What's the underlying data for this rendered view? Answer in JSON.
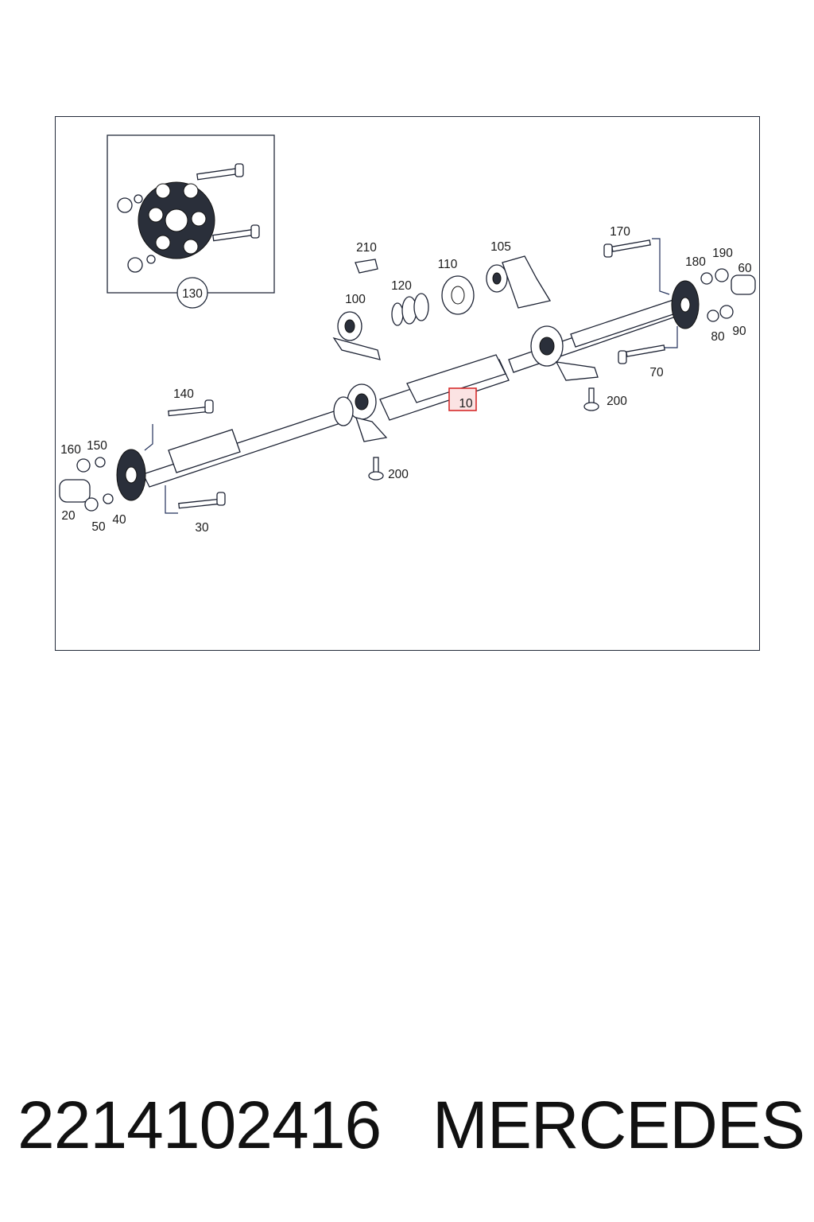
{
  "diagram": {
    "part_labels": [
      "210",
      "105",
      "110",
      "120",
      "100",
      "170",
      "180",
      "190",
      "60",
      "80",
      "90",
      "70",
      "200",
      "10",
      "140",
      "160",
      "150",
      "20",
      "50",
      "40",
      "30",
      "130"
    ],
    "selected_label": "10",
    "highlight_color": "#d62b2b",
    "inset_label": "130",
    "icons": [
      "flex-disc-coupling",
      "bolt",
      "nut",
      "washer",
      "center-bearing",
      "rubber-boot",
      "sleeve",
      "clip",
      "propeller-shaft"
    ]
  },
  "caption": {
    "part_number": "2214102416",
    "brand": "MERCEDES"
  }
}
